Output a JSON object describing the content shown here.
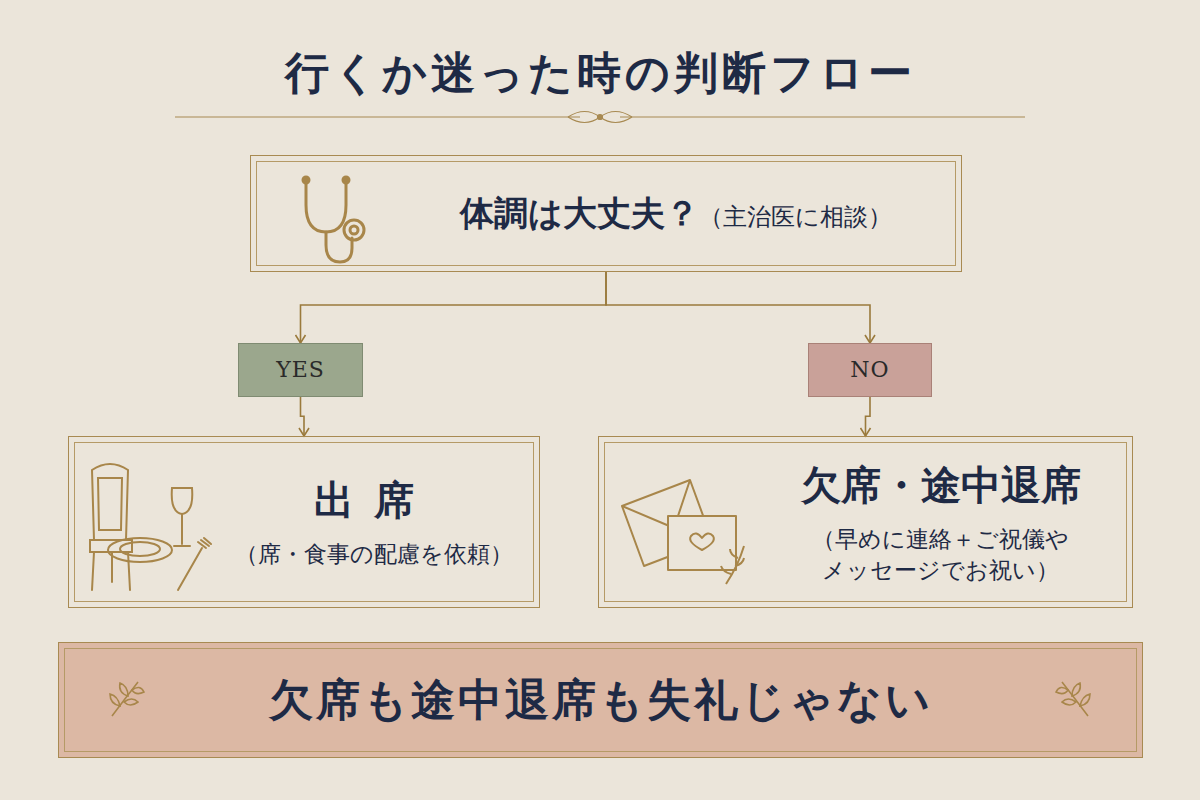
{
  "diagram": {
    "title": "行くか迷った時の判断フロー",
    "nodes": [
      {
        "text": [
          "体調は大丈夫？",
          "（主治医に相談）"
        ]
      },
      {
        "text": [
          "YES"
        ]
      },
      {
        "text": [
          "NO"
        ]
      },
      {
        "text": [
          "出席",
          "（席・食事の配慮を依頼）"
        ]
      },
      {
        "text": [
          "欠席・途中退席",
          "（早めに連絡＋ご祝儀や メッセージでお祝い）"
        ]
      },
      {
        "text": [
          "欠席も途中退席も失礼じゃない"
        ]
      }
    ],
    "edges": [
      {
        "from": 0,
        "to": 1,
        "arrow": "to"
      },
      {
        "from": 0,
        "to": 2,
        "arrow": "to"
      },
      {
        "from": 1,
        "to": 3,
        "arrow": "to"
      },
      {
        "from": 2,
        "to": 4,
        "arrow": "to"
      }
    ]
  }
}
